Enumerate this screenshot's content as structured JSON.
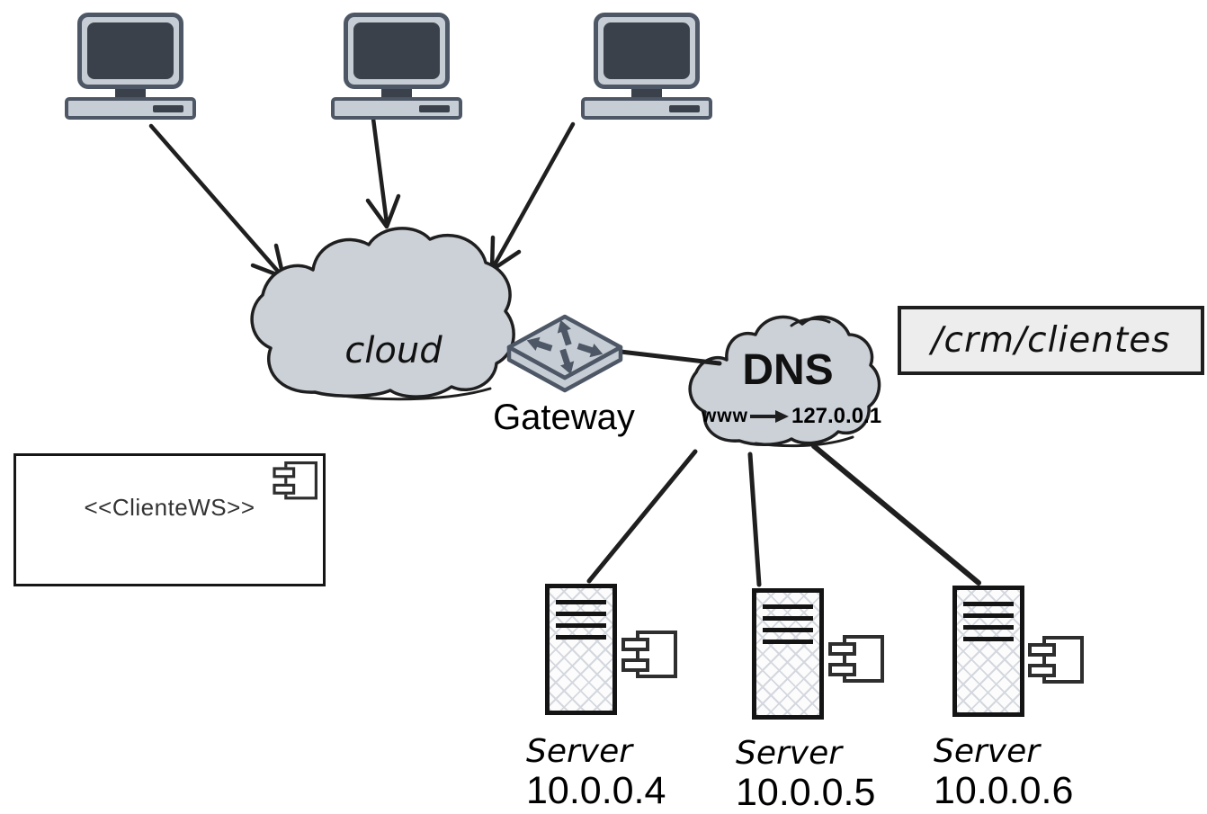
{
  "cloud": {
    "label": "cloud"
  },
  "gateway": {
    "label": "Gateway"
  },
  "dns": {
    "title": "DNS",
    "mapping_from": "www",
    "mapping_to": "127.0.0.1"
  },
  "route": {
    "label": "/crm/clientes"
  },
  "component": {
    "label": "<<ClienteWS>>"
  },
  "servers": [
    {
      "name": "Server",
      "ip": "10.0.0.4"
    },
    {
      "name": "Server",
      "ip": "10.0.0.5"
    },
    {
      "name": "Server",
      "ip": "10.0.0.6"
    }
  ],
  "colors": {
    "outline": "#1f1f1f",
    "cloud_fill": "#ccd1d8",
    "device_gray": "#c7cdd4",
    "screen_dark": "#3a414b",
    "switch_dark": "#4d5765",
    "route_box_fill": "#ededed",
    "hatch_line": "#d4d8de"
  }
}
